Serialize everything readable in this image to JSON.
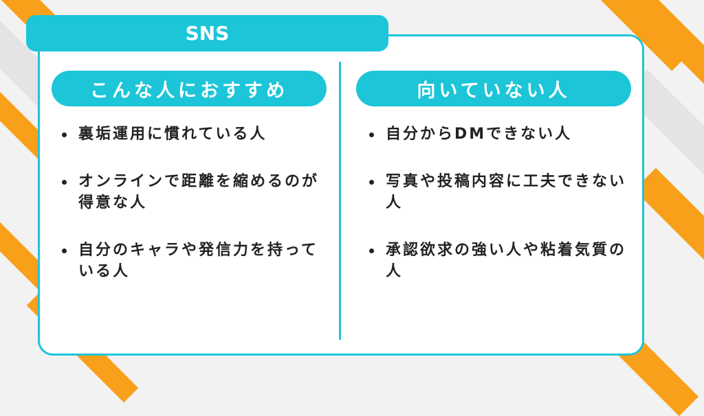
{
  "title": "SNS",
  "left": {
    "heading": "こんな人におすすめ",
    "items": [
      "裏垢運用に慣れている人",
      "オンラインで距離を縮めるのが得意な人",
      "自分のキャラや発信力を持っている人"
    ]
  },
  "right": {
    "heading": "向いていない人",
    "items": [
      "自分からDMできない人",
      "写真や投稿内容に工夫できない人",
      "承認欲求の強い人や粘着気質の人"
    ]
  },
  "colors": {
    "accent": "#1dc5d8",
    "orange": "#f9a01b"
  }
}
